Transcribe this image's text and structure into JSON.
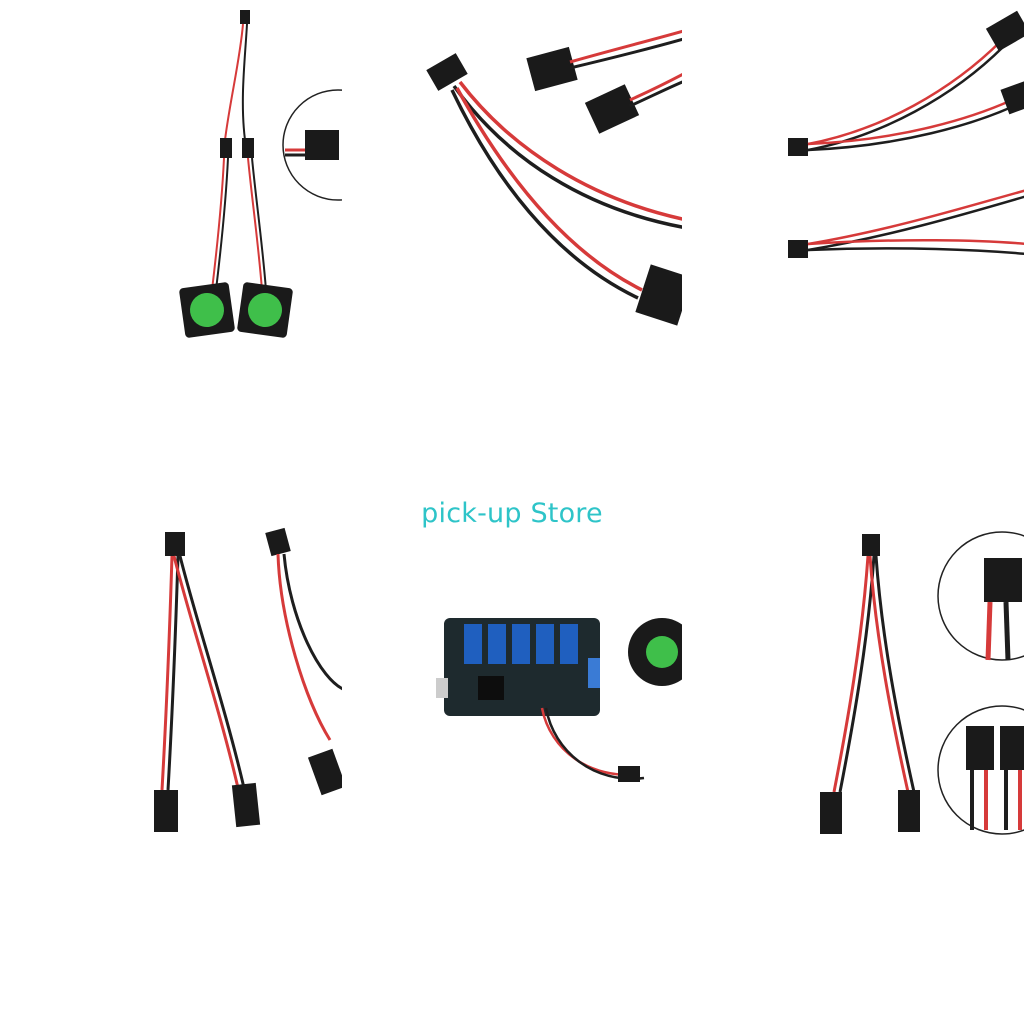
{
  "watermark": {
    "text": "pick-up Store",
    "color": "#2ec4c8"
  },
  "colors": {
    "wire_red": "#d63a3a",
    "wire_black": "#1e1e1e",
    "connector": "#1a1a1a",
    "fan_label": "#3fbf4a",
    "pcb": "#1e2a2e",
    "stepper_driver": "#1f5fbf"
  },
  "tiles": [
    {
      "name": "photo-fans-with-splitter-cable"
    },
    {
      "name": "photo-splitter-connectors-closeup"
    },
    {
      "name": "photo-splitter-cables-pair"
    },
    {
      "name": "photo-splitter-cables-front"
    },
    {
      "name": "photo-controller-board-with-blower"
    },
    {
      "name": "photo-splitter-with-connector-zoom"
    }
  ]
}
